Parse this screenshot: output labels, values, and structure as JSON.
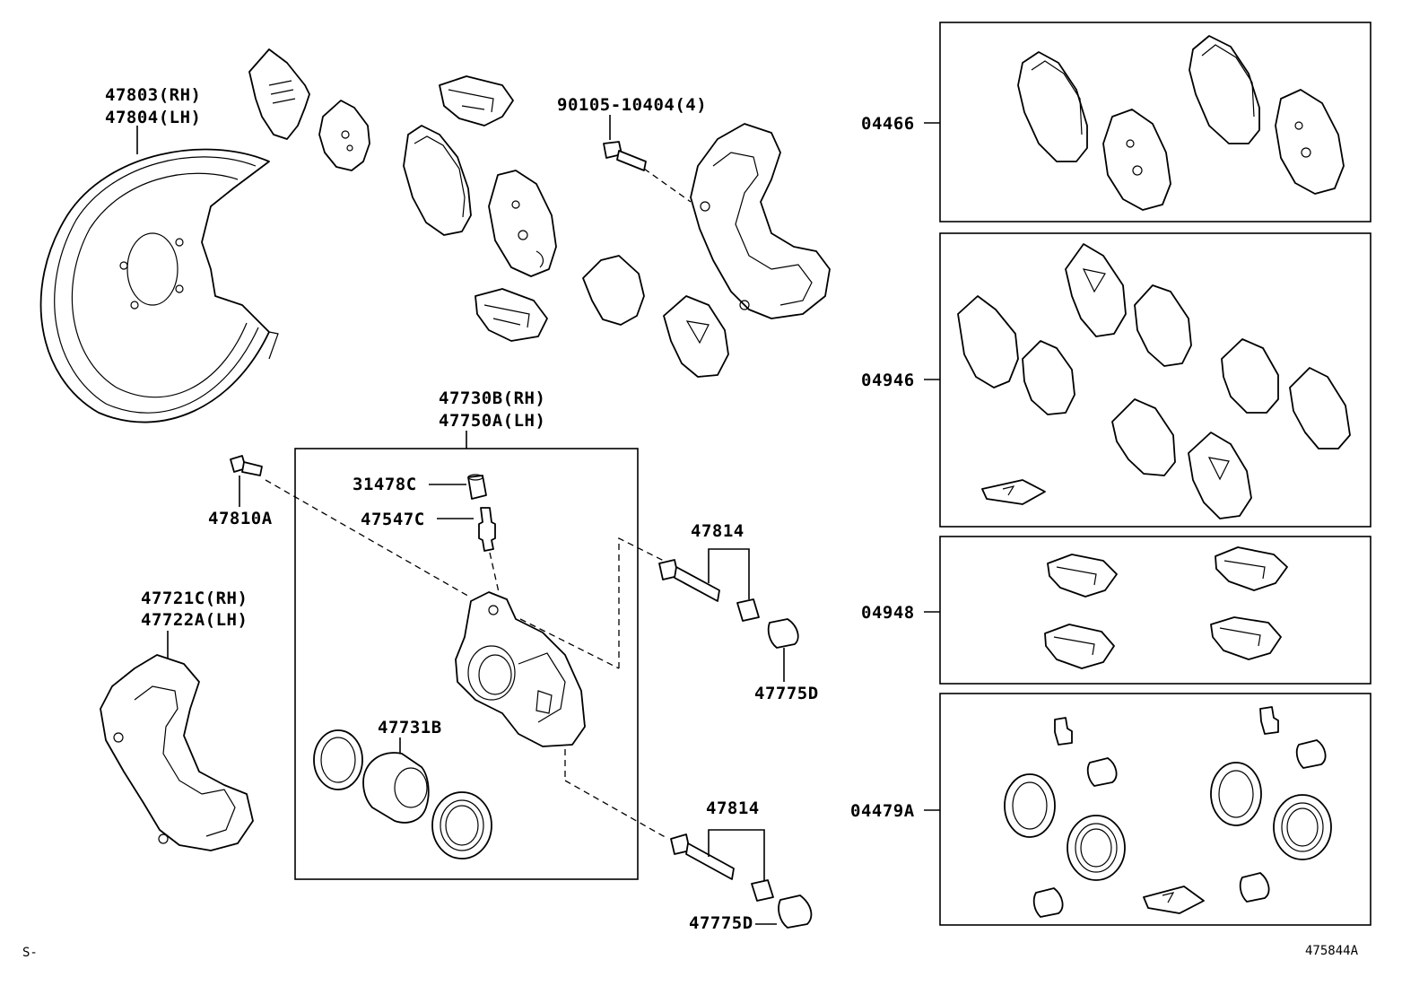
{
  "labels": {
    "backing_plate_rh": "47803(RH)",
    "backing_plate_lh": "47804(LH)",
    "bolt_90105": "90105-10404(4)",
    "cylinder_rh": "47730B(RH)",
    "cylinder_lh": "47750A(LH)",
    "cap_31478c": "31478C",
    "plug_47547c": "47547C",
    "bolt_47810a": "47810A",
    "pin_47814_a": "47814",
    "pin_47814_b": "47814",
    "boot_47775d_a": "47775D",
    "boot_47775d_b": "47775D",
    "mounting_rh": "47721C(RH)",
    "mounting_lh": "47722A(LH)",
    "piston_47731b": "47731B",
    "kit_04466": "04466",
    "kit_04946": "04946",
    "kit_04948": "04948",
    "kit_04479a": "04479A",
    "footer_left": "S-",
    "footer_right": "475844A"
  }
}
